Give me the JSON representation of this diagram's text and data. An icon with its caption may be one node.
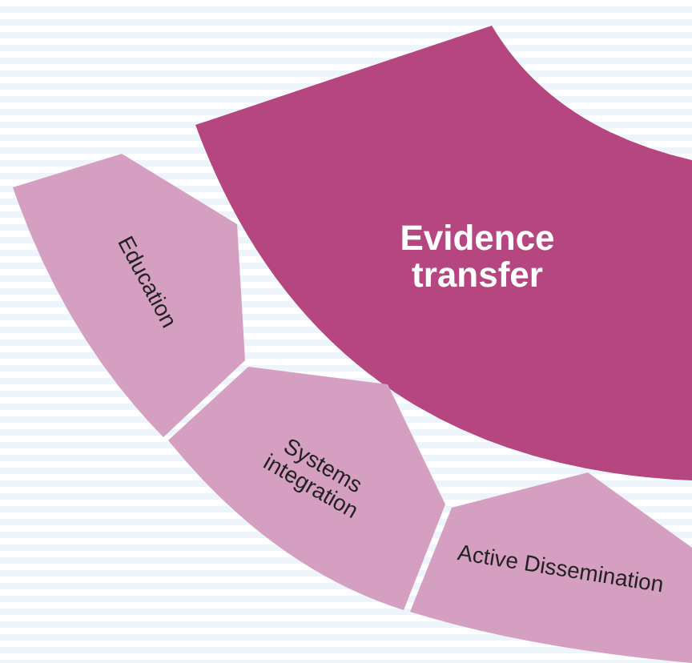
{
  "diagram": {
    "nodes": [
      {
        "text": [
          "Evidence transfer"
        ]
      },
      {
        "text": [
          "Education"
        ]
      },
      {
        "text": [
          "Systems integration"
        ]
      },
      {
        "text": [
          "Active Dissemination"
        ]
      }
    ]
  }
}
